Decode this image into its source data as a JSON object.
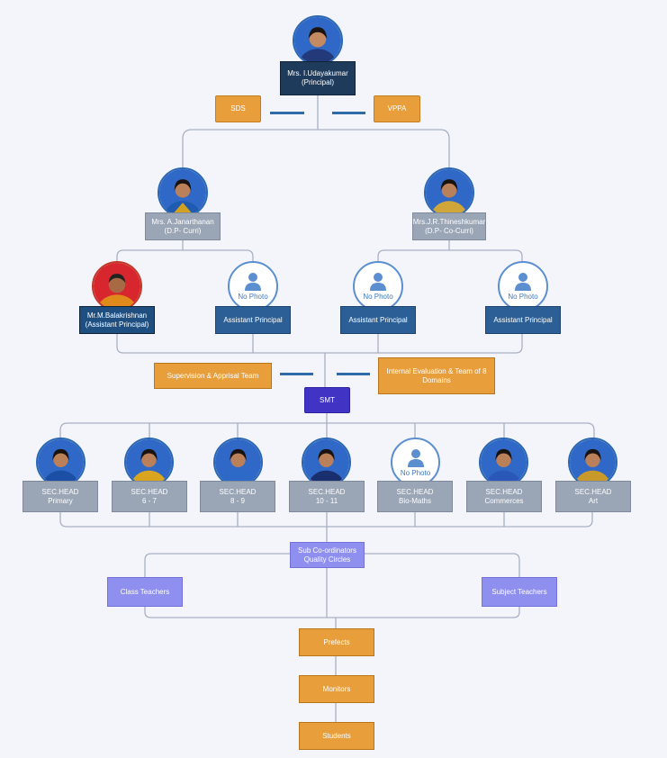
{
  "principal": {
    "name": "Mrs. I.Udayakumar",
    "title": "(Principal)"
  },
  "side_boxes": {
    "left": "SDS",
    "right": "VPPA"
  },
  "deputies": [
    {
      "name": "Mrs. A.Janarthanan",
      "title": "(D.P- Curri)"
    },
    {
      "name": "Mrs.J.R.Thineshkumar",
      "title": "(D.P- Co-Curri)"
    }
  ],
  "assistants": [
    {
      "name": "Mr.M.Balakrishnan",
      "title": "(Assistant Principal)",
      "photo": true
    },
    {
      "name": "Assistant Principal",
      "title": "",
      "photo": false
    },
    {
      "name": "Assistant Principal",
      "title": "",
      "photo": false
    },
    {
      "name": "Assistant Principal",
      "title": "",
      "photo": false
    }
  ],
  "no_photo_label": "No Photo",
  "teams": {
    "left": "Supervision & Apprisal Team",
    "right": "Internal Evaluation & Team of 8 Domains"
  },
  "smt": "SMT",
  "section_heads": [
    {
      "title": "SEC.HEAD",
      "sub": "Primary",
      "photo": true
    },
    {
      "title": "SEC.HEAD",
      "sub": "6 - 7",
      "photo": true
    },
    {
      "title": "SEC.HEAD",
      "sub": "8 - 9",
      "photo": true
    },
    {
      "title": "SEC.HEAD",
      "sub": "10 - 11",
      "photo": true
    },
    {
      "title": "SEC.HEAD",
      "sub": "Bio-Maths",
      "photo": false
    },
    {
      "title": "SEC.HEAD",
      "sub": "Commerces",
      "photo": true
    },
    {
      "title": "SEC.HEAD",
      "sub": "Art",
      "photo": true
    }
  ],
  "sub_coordinators": {
    "line1": "Sub Co-ordinators",
    "line2": "Quality Circles"
  },
  "teacher_groups": {
    "left": "Class Teachers",
    "right": "Subject Teachers"
  },
  "student_chain": [
    "Prefects",
    "Monitors",
    "Students"
  ],
  "colors": {
    "principal_box": "#1f3b5c",
    "gray_box": "#9aa5b6",
    "blue_box": "#2b5f95",
    "orange_box": "#e89e3a",
    "smt_box": "#4133c4",
    "lavender_box": "#8f8ff0",
    "connector": "#a9b0c4",
    "avatar_ring": "#2b67b2"
  }
}
